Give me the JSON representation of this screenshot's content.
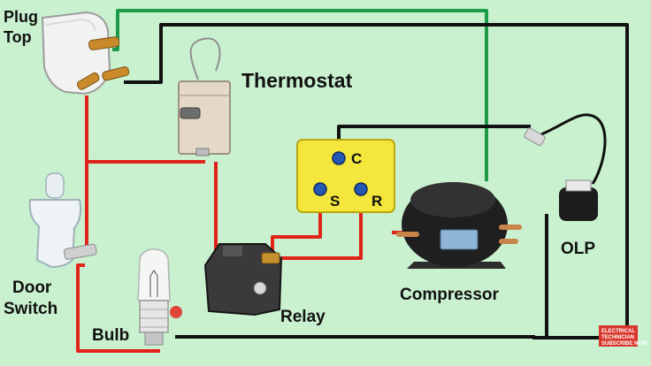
{
  "labels": {
    "plug_top": [
      "Plug",
      "Top"
    ],
    "thermostat": "Thermostat",
    "door_switch": [
      "Door",
      "Switch"
    ],
    "bulb": "Bulb",
    "relay": "Relay",
    "compressor": "Compressor",
    "olp": "OLP"
  },
  "relay_terminals": {
    "c": "C",
    "s": "S",
    "r": "R"
  },
  "logo": {
    "line1": "ELECTRICAL",
    "line2": "TECHNICIAN",
    "line3": "SUBSCRIBE NOW"
  },
  "colors": {
    "background": "#c9f1cf",
    "wire_red": "#e2231a",
    "wire_green": "#1d9a47",
    "wire_black": "#111111",
    "terminal_box": "#f4e63c"
  }
}
